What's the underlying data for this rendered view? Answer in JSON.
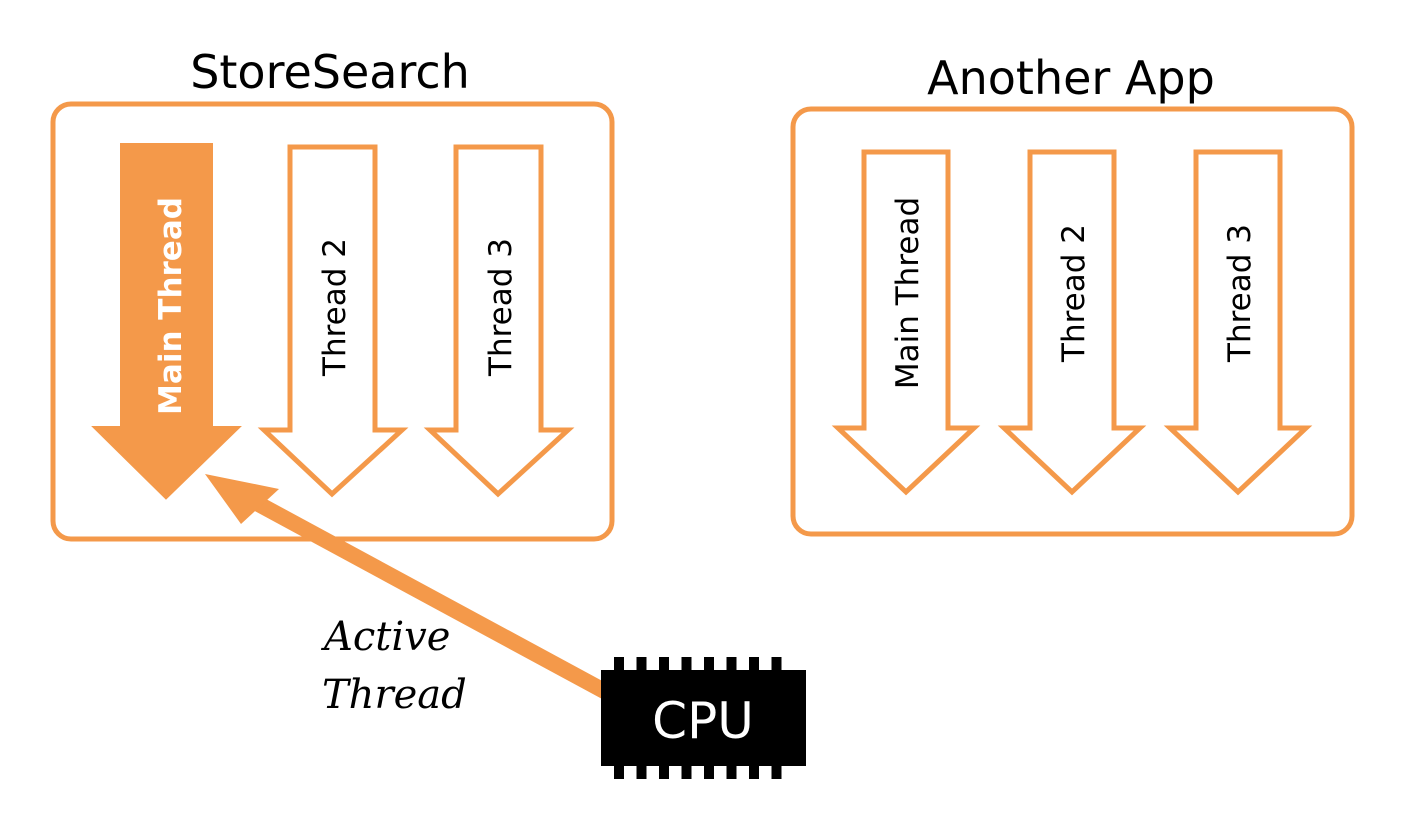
{
  "colors": {
    "accent": "#F4994A",
    "cpu_body": "#000000",
    "background": "#FFFFFF"
  },
  "apps": [
    {
      "title": "StoreSearch",
      "threads": [
        {
          "label": "Main Thread",
          "active": true
        },
        {
          "label": "Thread 2",
          "active": false
        },
        {
          "label": "Thread 3",
          "active": false
        }
      ]
    },
    {
      "title": "Another App",
      "threads": [
        {
          "label": "Main Thread",
          "active": false
        },
        {
          "label": "Thread 2",
          "active": false
        },
        {
          "label": "Thread 3",
          "active": false
        }
      ]
    }
  ],
  "pointer": {
    "label_line1": "Active",
    "label_line2": "Thread"
  },
  "cpu": {
    "label": "CPU"
  }
}
